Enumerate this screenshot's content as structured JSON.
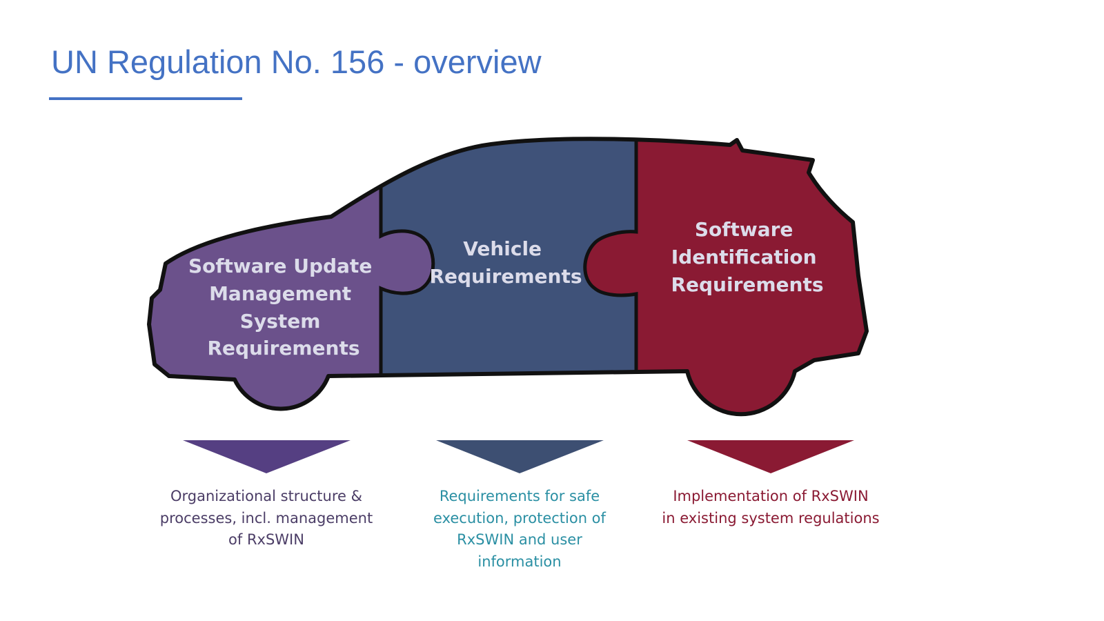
{
  "slide": {
    "title": "UN Regulation No. 156 - overview"
  },
  "colors": {
    "title": "#4472c4",
    "sums_piece": "#6b518b",
    "vehicle_piece": "#3f5279",
    "software_id_piece": "#8a1a33",
    "sums_arrow": "#553f82",
    "vehicle_arrow": "#3d4f72",
    "software_id_arrow": "#8a1a33",
    "sums_caption": "#4b3d66",
    "vehicle_caption": "#2a8fa3",
    "software_id_caption": "#8a1a33",
    "piece_label": "#dcdcea",
    "outline": "#111111"
  },
  "pieces": [
    {
      "id": "sums",
      "label_lines": [
        "Software Update",
        "Management",
        "System",
        "Requirements"
      ]
    },
    {
      "id": "vehicle",
      "label_lines": [
        "Vehicle",
        "Requirements"
      ]
    },
    {
      "id": "software-identification",
      "label_lines": [
        "Software",
        "Identification",
        "Requirements"
      ]
    }
  ],
  "captions": [
    {
      "id": "sums",
      "lines": [
        "Organizational structure &",
        "processes, incl. management",
        "of RxSWIN"
      ]
    },
    {
      "id": "vehicle",
      "lines": [
        "Requirements for safe",
        "execution, protection of",
        "RxSWIN and user",
        "information"
      ]
    },
    {
      "id": "software-identification",
      "lines": [
        "Implementation of RxSWIN",
        "in existing system regulations"
      ]
    }
  ]
}
